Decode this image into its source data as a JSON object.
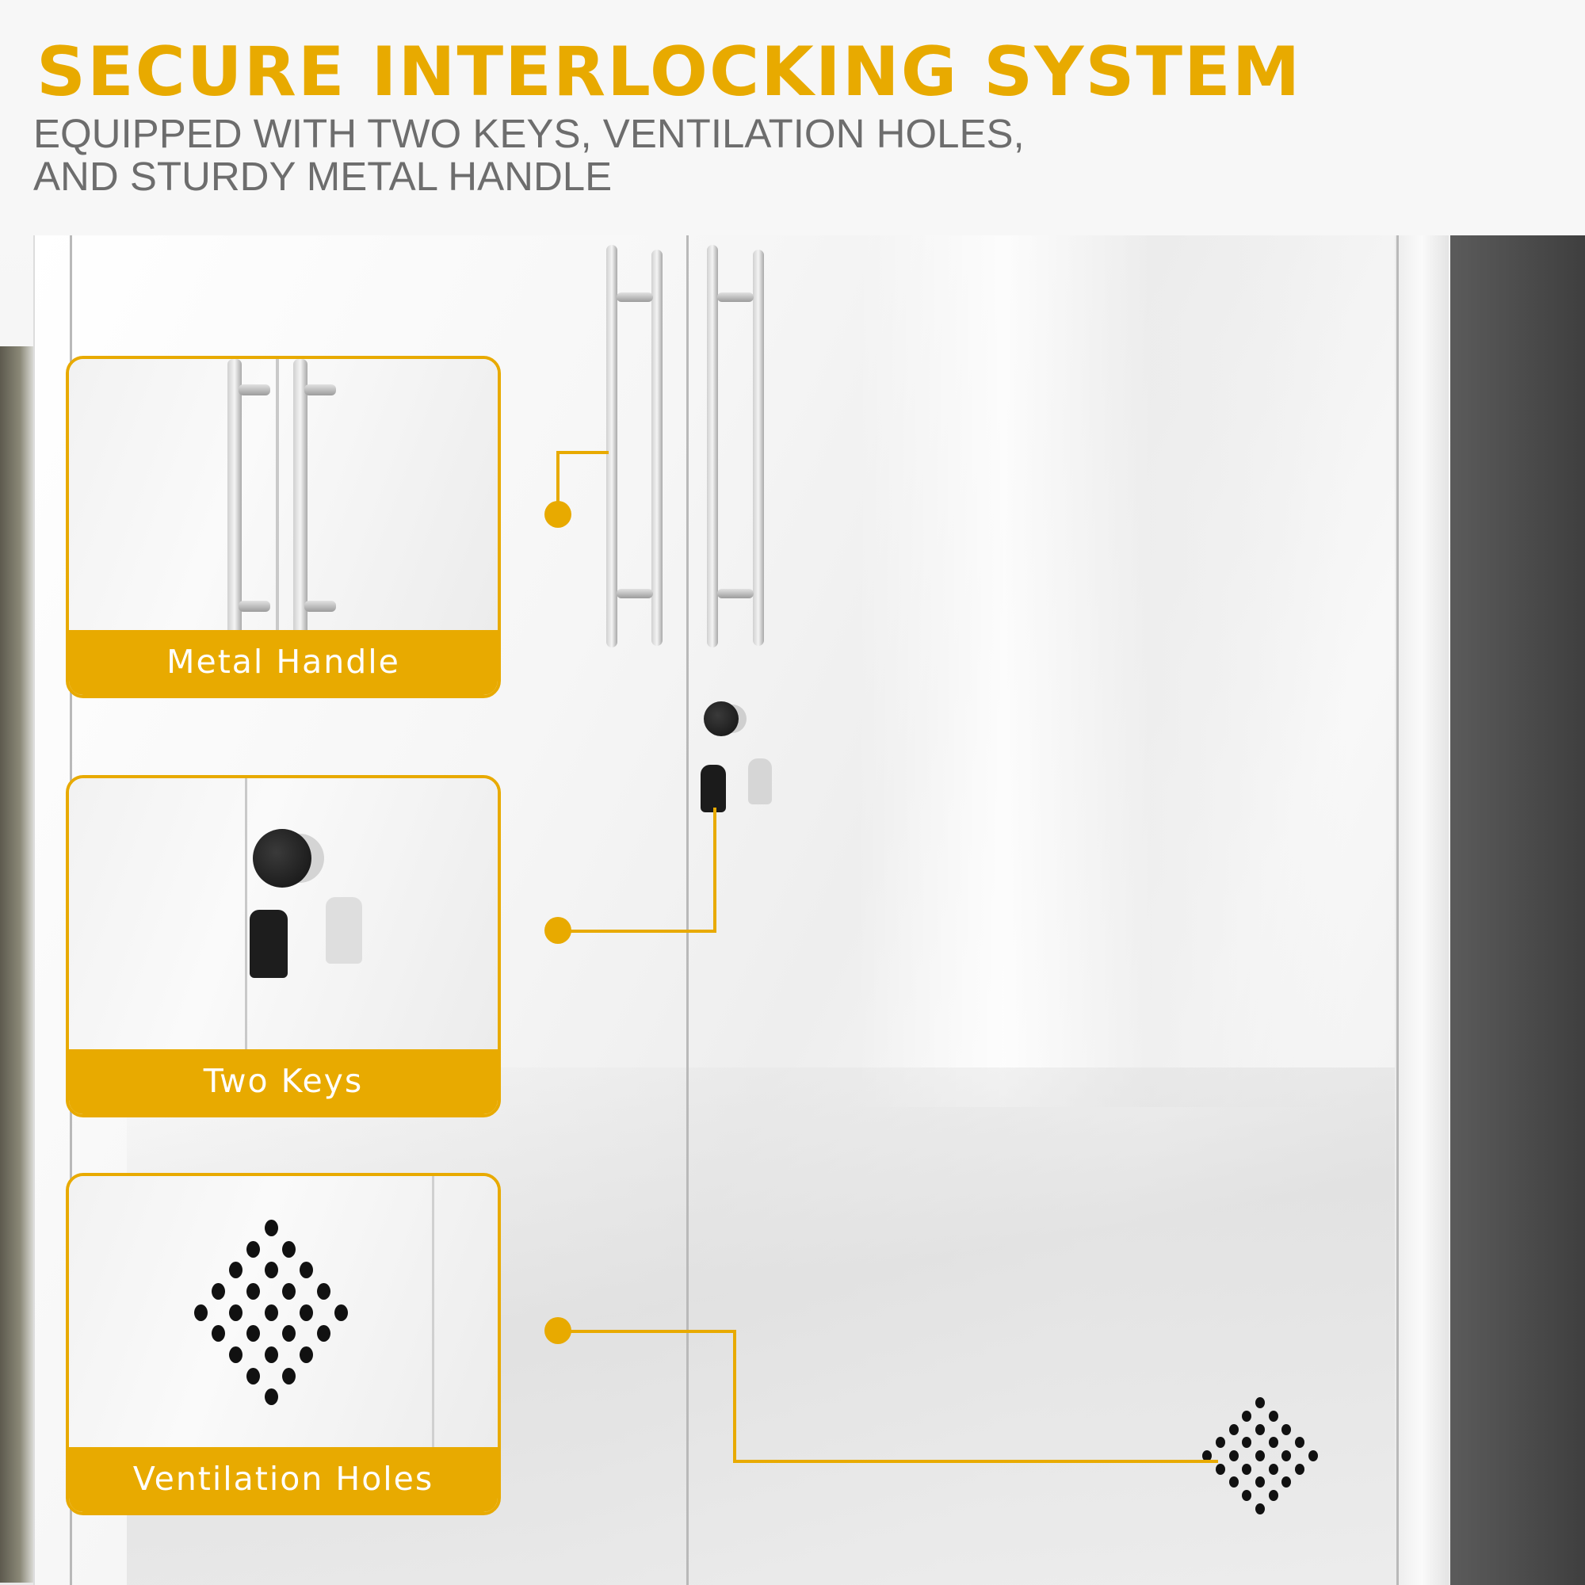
{
  "header": {
    "title": "SECURE INTERLOCKING SYSTEM",
    "subtitle_line1": "EQUIPPED WITH TWO KEYS, VENTILATION HOLES,",
    "subtitle_line2": "AND STURDY METAL HANDLE"
  },
  "callouts": [
    {
      "label": "Metal Handle",
      "icon": "metal-handle-photo"
    },
    {
      "label": "Two Keys",
      "icon": "two-keys-photo"
    },
    {
      "label": "Ventilation Holes",
      "icon": "ventilation-holes-photo"
    }
  ],
  "colors": {
    "accent": "#e8aa00",
    "subtitle": "#6d6d6d",
    "cabinet": "#f4f4f4",
    "vent_hole": "#111111"
  }
}
